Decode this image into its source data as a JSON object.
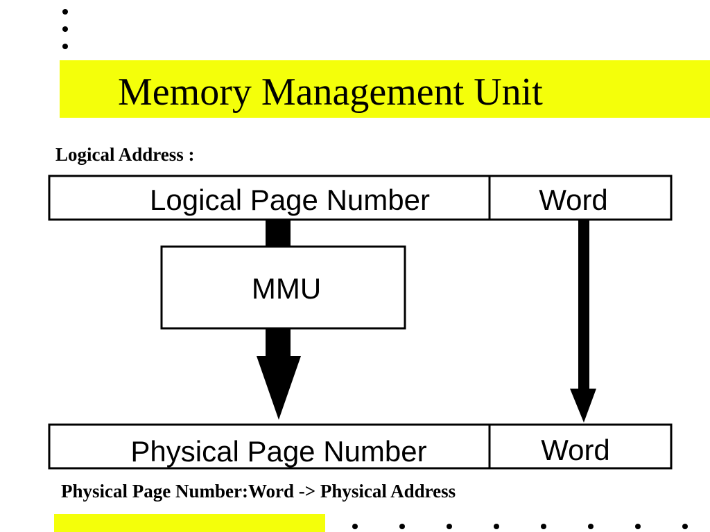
{
  "slide": {
    "title": "Memory Management Unit",
    "logical_address_caption": "Logical Address :",
    "physical_address_caption": "Physical Page Number:Word -> Physical Address",
    "highlight_color": "#f4ff0a"
  },
  "diagram": {
    "logical_page_number": "Logical Page Number",
    "logical_word": "Word",
    "mmu": "MMU",
    "physical_page_number": "Physical Page Number",
    "physical_word": "Word"
  }
}
